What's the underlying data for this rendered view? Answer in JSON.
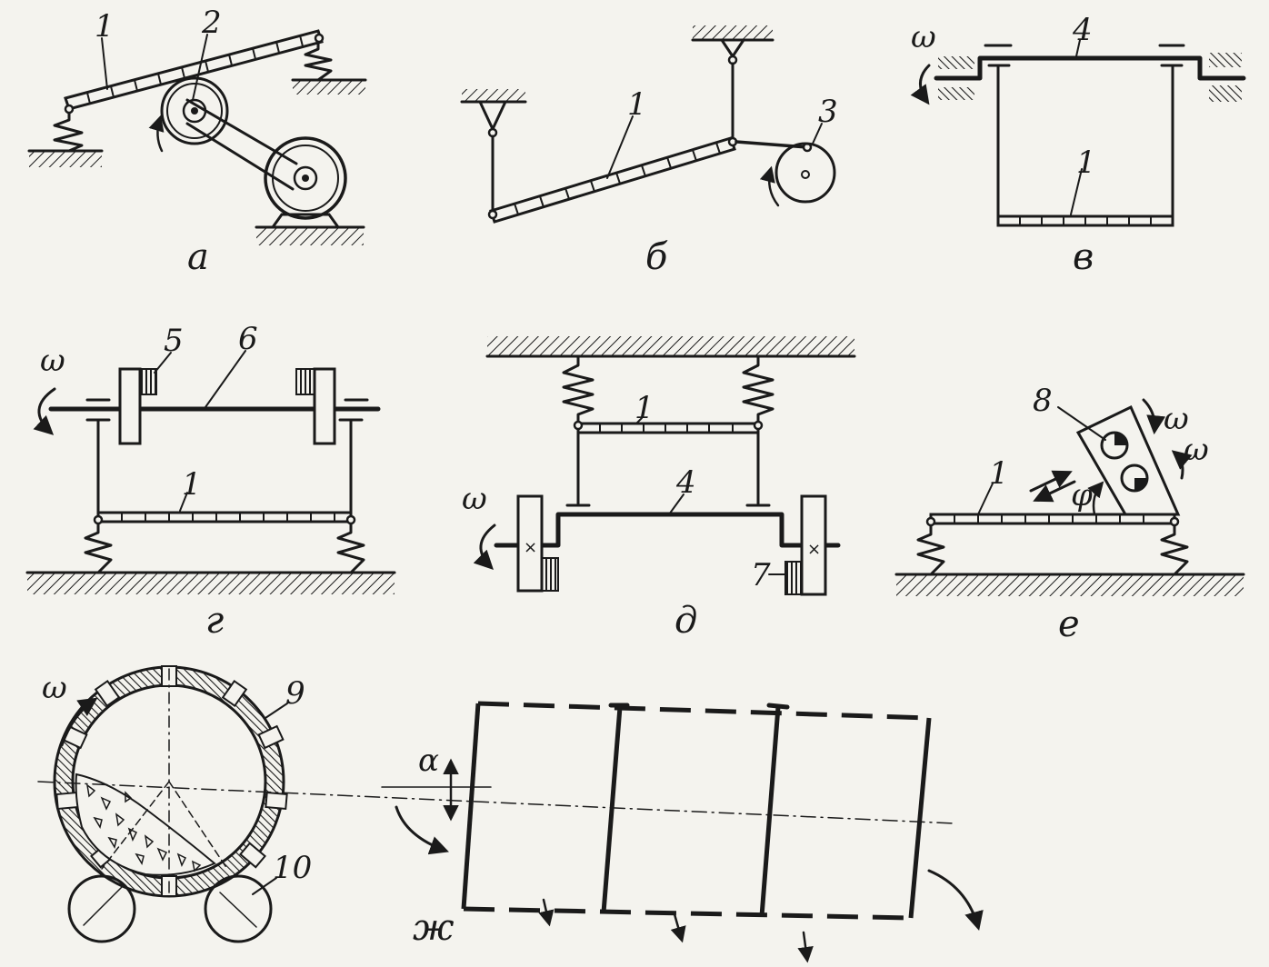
{
  "colors": {
    "ink": "#1a1a1a",
    "paper": "#f4f3ee"
  },
  "panels": {
    "a": {
      "caption": "а",
      "labels": [
        "1",
        "2"
      ]
    },
    "b": {
      "caption": "б",
      "labels": [
        "1",
        "3"
      ]
    },
    "v": {
      "caption": "в",
      "labels": [
        "4",
        "1"
      ],
      "omega": "ω"
    },
    "g": {
      "caption": "г",
      "labels": [
        "5",
        "6",
        "1"
      ],
      "omega": "ω"
    },
    "d": {
      "caption": "д",
      "labels": [
        "1",
        "4",
        "7"
      ],
      "omega": "ω"
    },
    "e": {
      "caption": "е",
      "labels": [
        "8",
        "1"
      ],
      "omega": [
        "ω",
        "ω"
      ],
      "angle": "φ"
    },
    "zh": {
      "caption": "ж",
      "labels": [
        "9",
        "10"
      ],
      "omega": "ω",
      "angle": "α"
    }
  }
}
